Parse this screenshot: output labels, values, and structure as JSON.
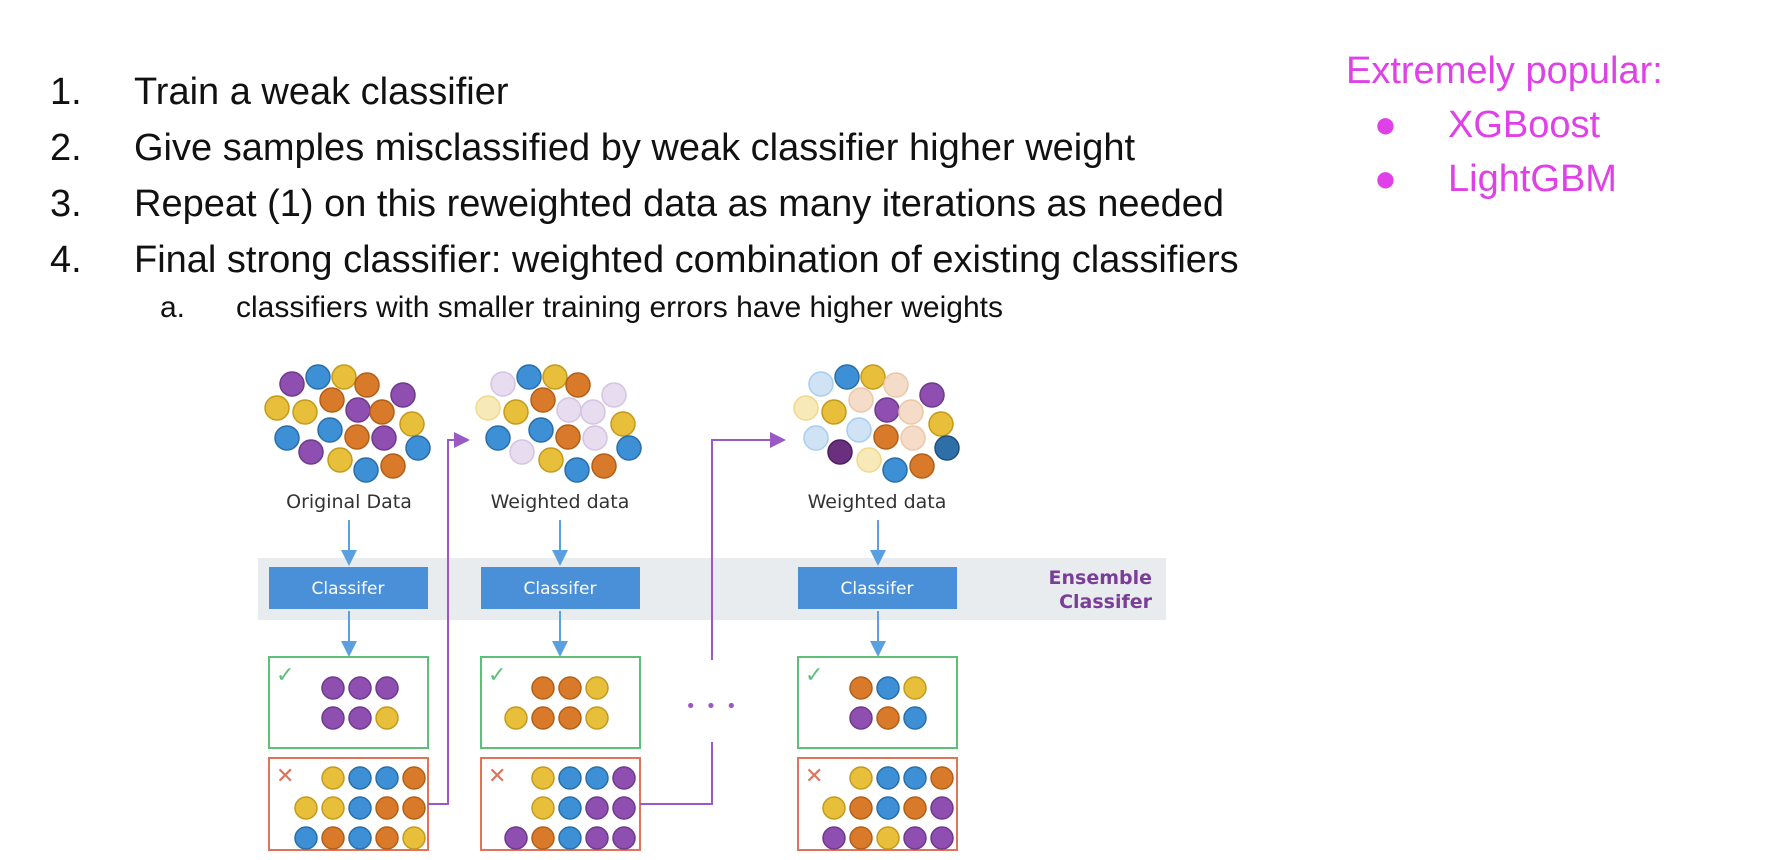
{
  "steps": [
    {
      "num": "1.",
      "text": "Train a weak classifier"
    },
    {
      "num": "2.",
      "text": "Give samples misclassified by weak classifier higher weight"
    },
    {
      "num": "3.",
      "text": "Repeat (1) on this reweighted data as many iterations as needed"
    },
    {
      "num": "4.",
      "text": "Final strong classifier: weighted combination of existing classifiers"
    }
  ],
  "substep": {
    "num": "a.",
    "text": "classifiers with smaller training errors have higher weights"
  },
  "popular": {
    "title": "Extremely popular:",
    "bullet": "●",
    "items": [
      "XGBoost",
      "LightGBM"
    ]
  },
  "diagram": {
    "columns": [
      {
        "data_label": "Original Data",
        "classifier_label": "Classifer"
      },
      {
        "data_label": "Weighted data",
        "classifier_label": "Classifer"
      },
      {
        "data_label": "Weighted data",
        "classifier_label": "Classifer"
      }
    ],
    "ensemble_label_line1": "Ensemble",
    "ensemble_label_line2": "Classifer",
    "ellipsis": "• • •",
    "correct_mark": "✓",
    "wrong_mark": "✕"
  },
  "colors": {
    "blue": "#3d8fd6",
    "orange": "#d97a2b",
    "yellow": "#e8bf3a",
    "purple": "#8e4fb0",
    "accent_pink": "#e040e8",
    "classifier_box": "#4a90d9",
    "band": "#e9ecee",
    "correct_border": "#5cc079",
    "wrong_border": "#e0735a",
    "flow_line": "#9b59c6"
  }
}
